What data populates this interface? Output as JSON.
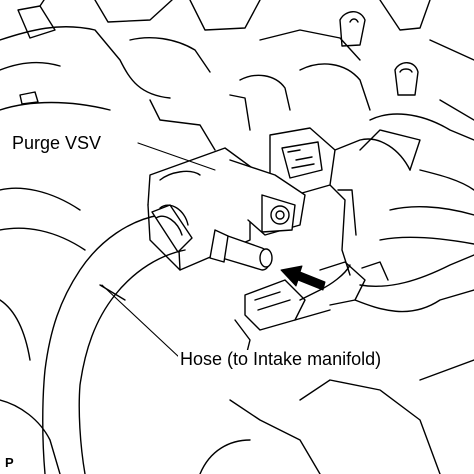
{
  "labels": {
    "purge_vsv": "Purge VSV",
    "hose": "Hose (to Intake manifold)",
    "corner_mark": "P"
  },
  "colors": {
    "line": "#000000",
    "background": "#ffffff",
    "arrow": "#000000"
  },
  "icons": {
    "insertion_arrow": "arrow-left-icon"
  }
}
